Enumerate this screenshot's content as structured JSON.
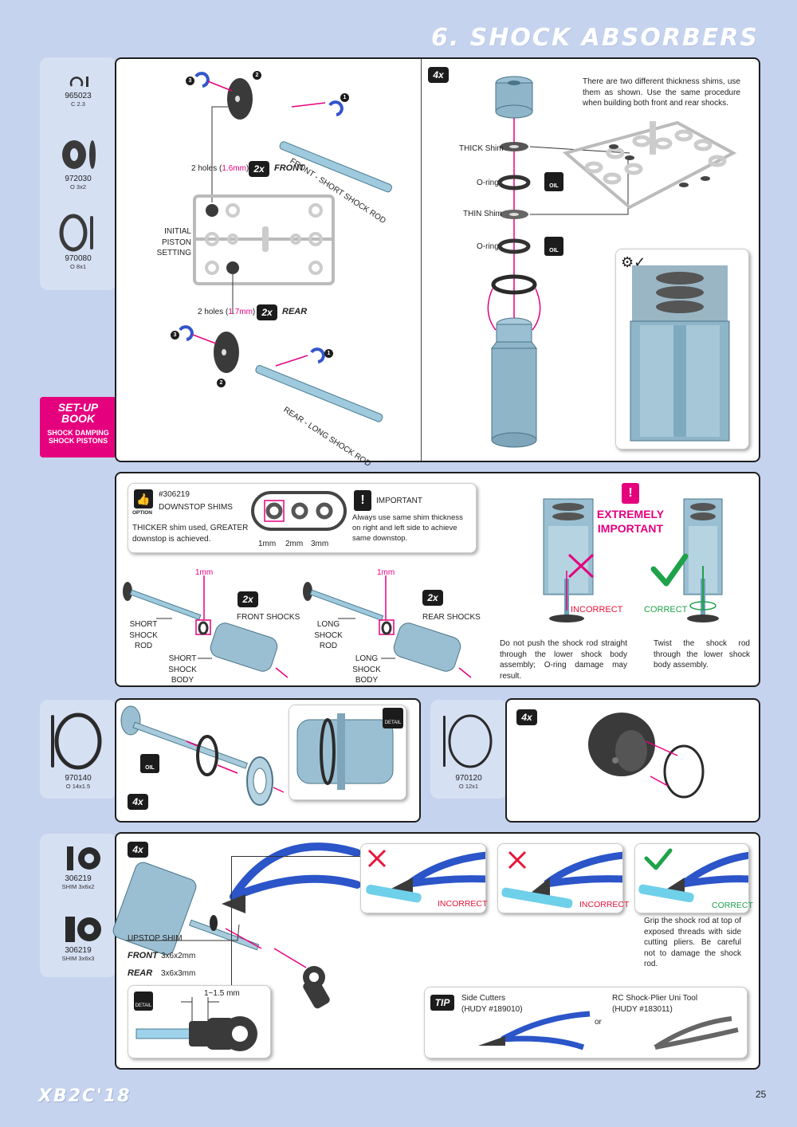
{
  "section_title": "6. SHOCK ABSORBERS",
  "page_number": "25",
  "footer_logo": "XB2C'18",
  "parts_top": [
    {
      "code": "965023",
      "desc": "C 2.3"
    },
    {
      "code": "972030",
      "desc": "O 3x2"
    },
    {
      "code": "970080",
      "desc": "O 8x1"
    }
  ],
  "setup_book": {
    "title_1": "SET-UP",
    "title_2": "BOOK",
    "line_1": "SHOCK DAMPING",
    "line_2": "SHOCK PISTONS"
  },
  "step1": {
    "front_rod": "FRONT - SHORT SHOCK ROD",
    "rear_rod": "REAR - LONG SHOCK ROD",
    "holes_front_pre": "2 holes (",
    "holes_front_val": "1.6mm",
    "holes_front_post": ")",
    "holes_rear_pre": "2 holes (",
    "holes_rear_val": "1.7mm",
    "holes_rear_post": ")",
    "badge": "2x",
    "front": "FRONT",
    "rear": "REAR",
    "initial_1": "INITIAL PISTON",
    "initial_2": "SETTING",
    "n1": "1",
    "n2": "2",
    "n3": "3"
  },
  "step2": {
    "badge": "4x",
    "note": "There are two different thickness shims, use them as shown. Use the same procedure when building both front and rear shocks.",
    "thick_shim": "THICK Shim",
    "oring_1": "O-ring",
    "thin_shim": "THIN Shim",
    "oring_2": "O-ring",
    "oil": "OIL"
  },
  "step3": {
    "option_code": "#306219",
    "option_title": "DOWNSTOP SHIMS",
    "option_tag": "OPTION",
    "option_text_1": "THICKER shim used, GREATER",
    "option_text_2": "downstop is achieved.",
    "shim_1": "1mm",
    "shim_2": "2mm",
    "shim_3": "3mm",
    "important_title": "IMPORTANT",
    "important_text_1": "Always use same shim thickness",
    "important_text_2": "on right and left side to achieve",
    "important_text_3": "same downstop.",
    "ext_1": "EXTREMELY",
    "ext_2": "IMPORTANT",
    "mm_left": "1mm",
    "mm_right": "1mm",
    "badge": "2x",
    "front_shocks": "FRONT SHOCKS",
    "rear_shocks": "REAR SHOCKS",
    "short_rod_1": "SHORT",
    "short_rod_2": "SHOCK ROD",
    "short_body_1": "SHORT",
    "short_body_2": "SHOCK BODY",
    "long_rod_1": "LONG",
    "long_rod_2": "SHOCK ROD",
    "long_body_1": "LONG",
    "long_body_2": "SHOCK BODY",
    "incorrect": "INCORRECT",
    "correct": "CORRECT",
    "incorrect_text": "Do not push the shock rod straight through the lower shock body assembly; O-ring damage may result.",
    "correct_text": "Twist the shock rod through the lower shock body assembly."
  },
  "step4": {
    "part_code": "970140",
    "part_desc": "O 14x1.5",
    "badge": "4x",
    "oil": "OIL",
    "detail": "DETAIL"
  },
  "step5": {
    "part_code": "970120",
    "part_desc": "O 12x1",
    "badge": "4x"
  },
  "parts_bottom": [
    {
      "code": "306219",
      "desc": "SHIM 3x6x2"
    },
    {
      "code": "306219",
      "desc": "SHIM 3x6x3"
    }
  ],
  "step6": {
    "badge": "4x",
    "upstop": "UPSTOP SHIM",
    "front": "FRONT",
    "front_val": "3x6x2mm",
    "rear": "REAR",
    "rear_val": "3x6x3mm",
    "detail": "DETAIL",
    "detail_dim": "1~1.5 mm",
    "incorrect": "INCORRECT",
    "correct": "CORRECT",
    "correct_text": "Grip the shock rod at top of exposed threads with side cutting pliers. Be careful not to damage the shock rod.",
    "tip": "TIP",
    "tool1_1": "Side Cutters",
    "tool1_2": "(HUDY #189010)",
    "or": "or",
    "tool2_1": "RC Shock-Plier Uni Tool",
    "tool2_2": "(HUDY #183011)"
  },
  "colors": {
    "accent": "#e5007e",
    "background": "#c5d3ee",
    "incorrect": "#e6143c",
    "correct": "#1ea24a",
    "pliers": "#2b55c8"
  }
}
